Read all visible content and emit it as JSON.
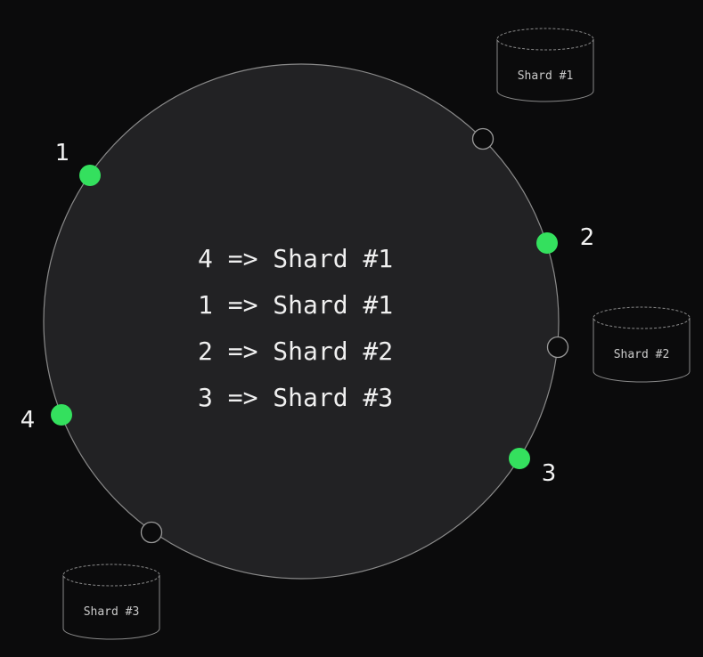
{
  "colors": {
    "background": "#0b0b0c",
    "ring_fill": "#222224",
    "ring_stroke": "#8a8a8a",
    "key_node": "#34e05e",
    "shard_marker_stroke": "#9a9a9a",
    "cylinder_stroke": "#8a8a8a",
    "text": "#f0f0f0"
  },
  "key_nodes": [
    {
      "label": "1",
      "icon": "green-dot"
    },
    {
      "label": "2",
      "icon": "green-dot"
    },
    {
      "label": "3",
      "icon": "green-dot"
    },
    {
      "label": "4",
      "icon": "green-dot"
    }
  ],
  "shards": [
    {
      "label": "Shard #1",
      "icon": "database-cylinder"
    },
    {
      "label": "Shard #2",
      "icon": "database-cylinder"
    },
    {
      "label": "Shard #3",
      "icon": "database-cylinder"
    }
  ],
  "mappings": [
    "4 => Shard #1",
    "1 => Shard #1",
    "2 => Shard #2",
    "3 => Shard #3"
  ]
}
